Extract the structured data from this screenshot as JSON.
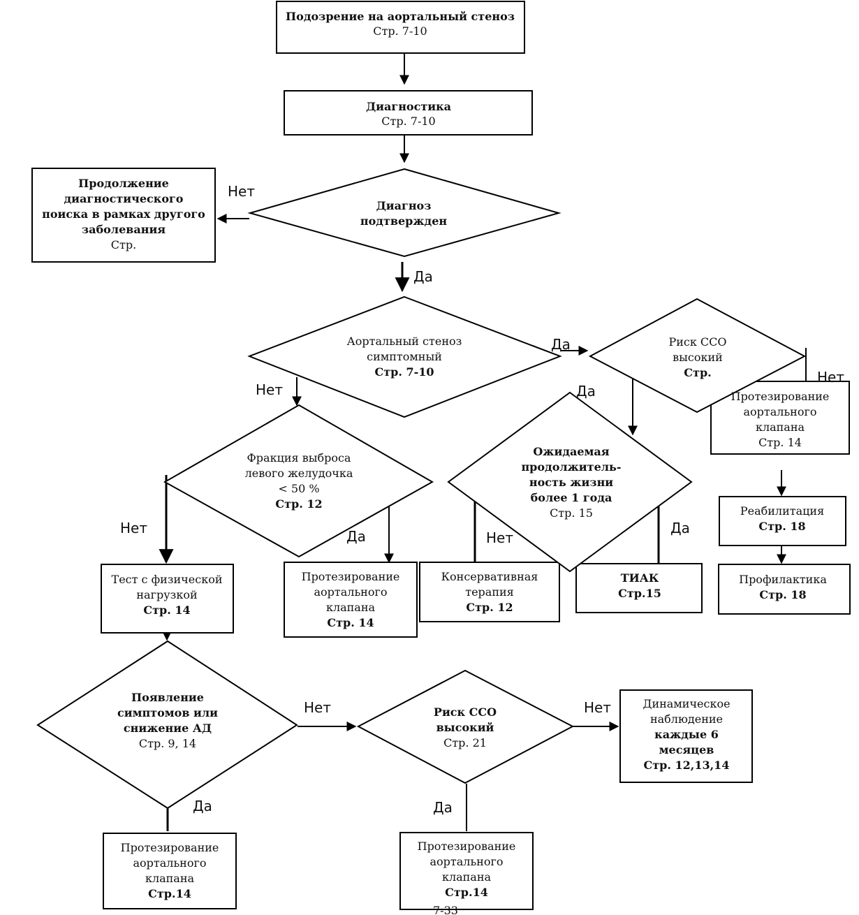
{
  "nodes": {
    "n1": {
      "lines": [
        {
          "t": "Подозрение на аортальный стеноз",
          "b": true
        },
        {
          "t": "Стр. 7-10",
          "b": false
        }
      ]
    },
    "n2": {
      "lines": [
        {
          "t": "Диагностика",
          "b": true
        },
        {
          "t": "Стр.  7-10",
          "b": false
        }
      ]
    },
    "n3": {
      "lines": [
        {
          "t": "Продолжение",
          "b": true
        },
        {
          "t": "диагностического",
          "b": true
        },
        {
          "t": "поиска в рамках другого",
          "b": true
        },
        {
          "t": "заболевания",
          "b": true
        },
        {
          "t": "Стр.",
          "b": false
        }
      ]
    },
    "d1": {
      "lines": [
        {
          "t": "Диагноз",
          "b": true
        },
        {
          "t": "подтвержден",
          "b": true
        }
      ]
    },
    "d2": {
      "lines": [
        {
          "t": "Аортальный стеноз",
          "b": false
        },
        {
          "t": "симптомный",
          "b": false
        },
        {
          "t": "Стр. 7-10",
          "b": true
        }
      ]
    },
    "d3": {
      "lines": [
        {
          "t": "Риск ССО",
          "b": false
        },
        {
          "t": "высокий",
          "b": false
        },
        {
          "t": "Стр.",
          "b": true
        }
      ]
    },
    "d4": {
      "lines": [
        {
          "t": "Фракция  выброса",
          "b": false
        },
        {
          "t": "левого желудочка",
          "b": false
        },
        {
          "t": "< 50 %",
          "b": false
        },
        {
          "t": "Стр. 12",
          "b": true
        }
      ]
    },
    "d5": {
      "lines": [
        {
          "t": "Ожидаемая",
          "b": true
        },
        {
          "t": "продолжитель-",
          "b": true
        },
        {
          "t": "ность жизни",
          "b": true
        },
        {
          "t": "более 1 года",
          "b": true
        },
        {
          "t": "Стр. 15",
          "b": false
        }
      ]
    },
    "r1": {
      "lines": [
        {
          "t": "Протезирование",
          "b": false
        },
        {
          "t": "аортального",
          "b": false
        },
        {
          "t": "клапана",
          "b": false
        },
        {
          "t": "Стр. 14",
          "b": false
        }
      ]
    },
    "r2": {
      "lines": [
        {
          "t": "Реабилитация",
          "b": false
        },
        {
          "t": "Стр. 18",
          "b": true
        }
      ]
    },
    "r3": {
      "lines": [
        {
          "t": "Профилактика",
          "b": false
        },
        {
          "t": "Стр. 18",
          "b": true
        }
      ]
    },
    "b1": {
      "lines": [
        {
          "t": "Тест с физической",
          "b": false
        },
        {
          "t": "нагрузкой",
          "b": false
        },
        {
          "t": "Стр. 14",
          "b": true
        }
      ]
    },
    "b2": {
      "lines": [
        {
          "t": "Протезирование",
          "b": false
        },
        {
          "t": "аортального",
          "b": false
        },
        {
          "t": "клапана",
          "b": false
        },
        {
          "t": "Стр. 14",
          "b": true
        }
      ]
    },
    "b3": {
      "lines": [
        {
          "t": "Консервативная",
          "b": false
        },
        {
          "t": "терапия",
          "b": false
        },
        {
          "t": "Стр. 12",
          "b": true
        }
      ]
    },
    "b4": {
      "lines": [
        {
          "t": "ТИАК",
          "b": true
        },
        {
          "t": "Стр.15",
          "b": true
        }
      ]
    },
    "d6": {
      "lines": [
        {
          "t": "Появление",
          "b": true
        },
        {
          "t": "симптомов или",
          "b": true
        },
        {
          "t": "снижение АД",
          "b": true
        },
        {
          "t": "Стр. 9, 14",
          "b": false
        }
      ]
    },
    "d7": {
      "lines": [
        {
          "t": "Риск ССО",
          "b": true
        },
        {
          "t": "высокий",
          "b": true
        },
        {
          "t": "Стр. 21",
          "b": false
        }
      ]
    },
    "b5": {
      "lines": [
        {
          "t": "Динамическое",
          "b": false
        },
        {
          "t": "наблюдение",
          "b": false
        },
        {
          "t": "каждые 6",
          "b": true
        },
        {
          "t": "месяцев",
          "b": true
        },
        {
          "t": "Стр. 12,13,14",
          "b": true
        }
      ]
    },
    "b6": {
      "lines": [
        {
          "t": "Протезирование",
          "b": false
        },
        {
          "t": "аортального",
          "b": false
        },
        {
          "t": "клапана",
          "b": false
        },
        {
          "t": "Стр.14",
          "b": true
        }
      ]
    },
    "b7": {
      "lines": [
        {
          "t": "Протезирование",
          "b": false
        },
        {
          "t": "аортального",
          "b": false
        },
        {
          "t": "клапана",
          "b": false
        },
        {
          "t": "Стр.14",
          "b": true
        }
      ]
    }
  },
  "edge_labels": {
    "l1": "Нет",
    "l2": "Да",
    "l3": "Нет",
    "l4": "Да",
    "l5": "Нет",
    "l6": "Да",
    "l7": "Нет",
    "l8": "Да",
    "l9": "Нет",
    "l10": "Да",
    "l11": "Нет",
    "l12": "Нет",
    "l13": "Да",
    "l14": "Да"
  },
  "page_number": "7-33"
}
